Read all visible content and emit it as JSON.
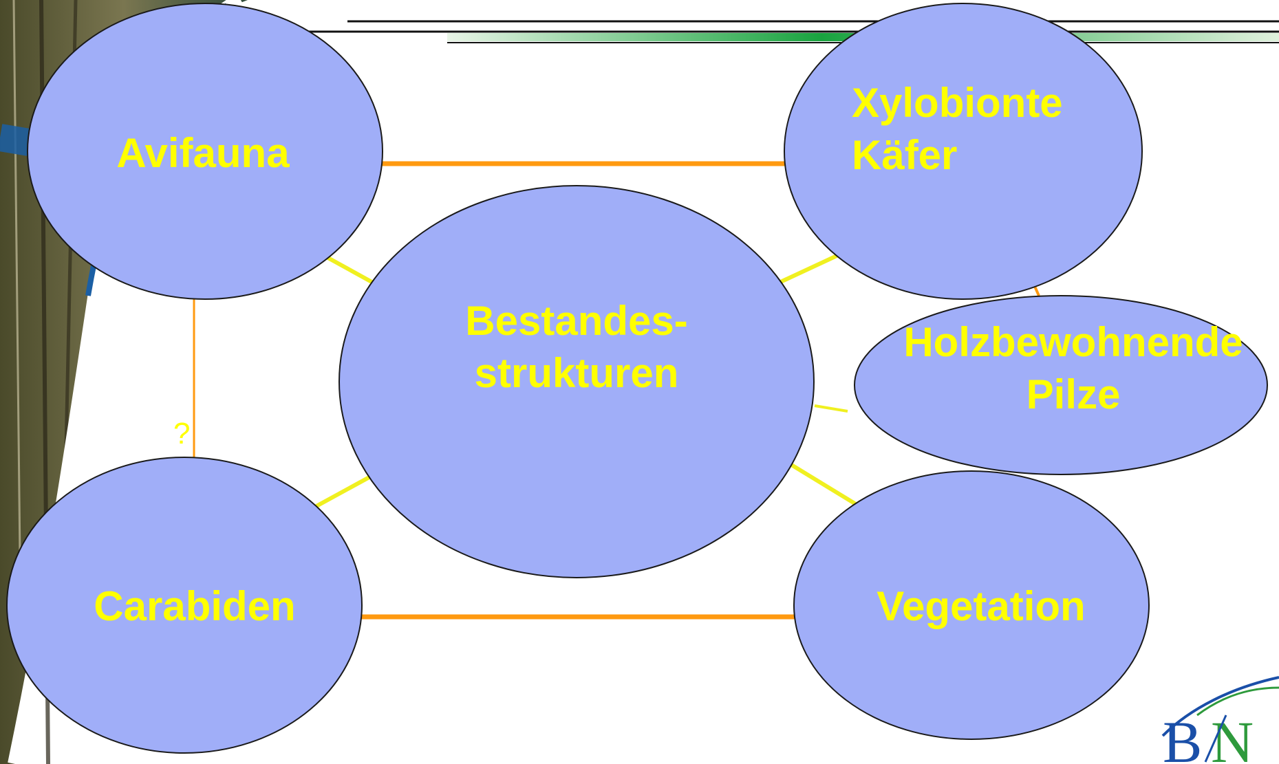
{
  "diagram": {
    "nodes": [
      {
        "id": "avifauna",
        "lines": [
          "Avifauna"
        ]
      },
      {
        "id": "xylobionte",
        "lines": [
          "Xylobionte",
          "Käfer"
        ]
      },
      {
        "id": "bestandes",
        "lines": [
          "Bestandes-",
          "strukturen"
        ]
      },
      {
        "id": "pilze",
        "lines": [
          "Holzbewohnende",
          "Pilze"
        ]
      },
      {
        "id": "carabiden",
        "lines": [
          "Carabiden"
        ]
      },
      {
        "id": "vegetation",
        "lines": [
          "Vegetation"
        ]
      }
    ],
    "edges": [
      {
        "from": "bestandes",
        "to": "avifauna"
      },
      {
        "from": "bestandes",
        "to": "xylobionte"
      },
      {
        "from": "bestandes",
        "to": "carabiden"
      },
      {
        "from": "bestandes",
        "to": "vegetation"
      },
      {
        "from": "bestandes",
        "to": "pilze"
      },
      {
        "from": "xylobionte",
        "to": "avifauna"
      },
      {
        "from": "vegetation",
        "to": "carabiden"
      },
      {
        "from": "avifauna",
        "to": "carabiden",
        "label": "?"
      },
      {
        "from": "xylobionte",
        "to": "pilze"
      }
    ],
    "question_mark": "?"
  },
  "logo": {
    "text_b": "B",
    "text_n": "N"
  },
  "colors": {
    "node_fill": "#a0aef8",
    "node_stroke": "#1a1a1a",
    "label": "#ffff00",
    "arrow_structure": "#f0f020",
    "arrow_relation": "#ff9a10",
    "logo_blue": "#1a4fa8",
    "logo_green": "#2e9a3c"
  }
}
